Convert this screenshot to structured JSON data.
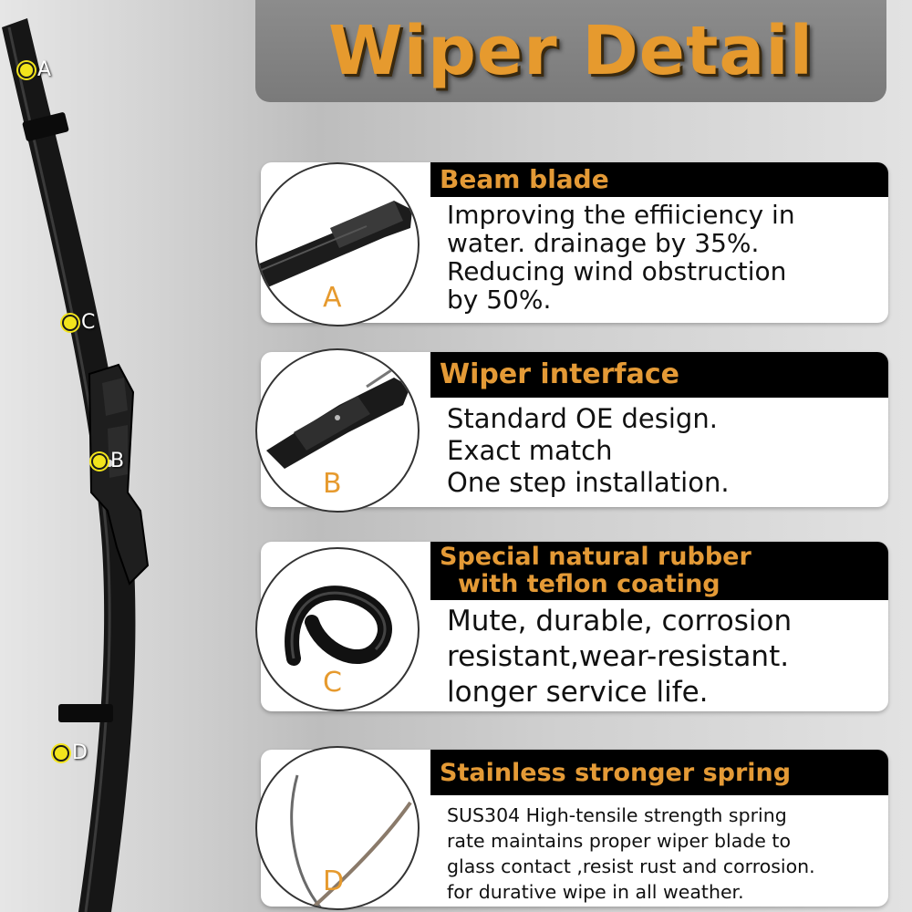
{
  "title": "Wiper Detail",
  "markers": [
    "A",
    "C",
    "B",
    "D"
  ],
  "cards": [
    {
      "letter": "A",
      "heading": "Beam blade",
      "lines": [
        "Improving the effiiciency in",
        "water. drainage by 35%.",
        "Reducing wind obstruction",
        "by 50%."
      ]
    },
    {
      "letter": "B",
      "heading": "Wiper interface",
      "lines": [
        "Standard OE design.",
        "Exact match",
        "One step installation."
      ]
    },
    {
      "letter": "C",
      "heading_lines": [
        "Special natural rubber",
        "with teflon coating"
      ],
      "lines": [
        "Mute, durable, corrosion",
        "resistant,wear-resistant.",
        "longer service life."
      ]
    },
    {
      "letter": "D",
      "heading": "Stainless stronger spring",
      "lines": [
        "SUS304 High-tensile strength spring",
        "rate maintains proper wiper blade to",
        "glass contact ,resist rust and corrosion.",
        "for durative wipe in all weather."
      ]
    }
  ],
  "colors": {
    "accent": "#e69a2e",
    "marker": "#f2e41c",
    "title_bg": "#7f7f7f"
  }
}
